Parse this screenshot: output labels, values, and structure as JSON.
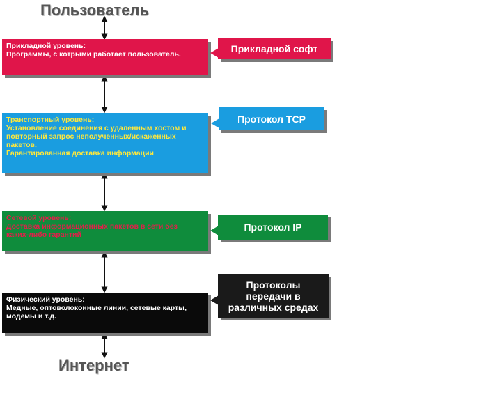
{
  "endpoints": {
    "top": "Пользователь",
    "bottom": "Интернет"
  },
  "layers": {
    "application": {
      "title": "Прикладной уровень:",
      "description": "Программы, с котрыми работает пользователь.",
      "color": "#e0154a"
    },
    "transport": {
      "title": "Транспортный уровень:",
      "description": "Установление соединения с удаленным хостом и\nповторный запрос неполученных/искаженных\nпакетов.\nГарантированная доставка информации",
      "color": "#1a9de0"
    },
    "network": {
      "title": "Сетевой уровень:",
      "description": "Доставка информационных пакетов в сети без\nкаких-либо гарантий",
      "color": "#0f8c3c"
    },
    "physical": {
      "title": "Физический уровень:",
      "description": "Медные, оптоволоконные линии, сетевые карты,\nмодемы и т.д.",
      "color": "#0a0a0a"
    }
  },
  "callouts": {
    "application": "Прикладной софт",
    "transport": "Протокол TCP",
    "network": "Протокол IP",
    "physical": "Протоколы\nпередачи в\nразличных средах"
  }
}
